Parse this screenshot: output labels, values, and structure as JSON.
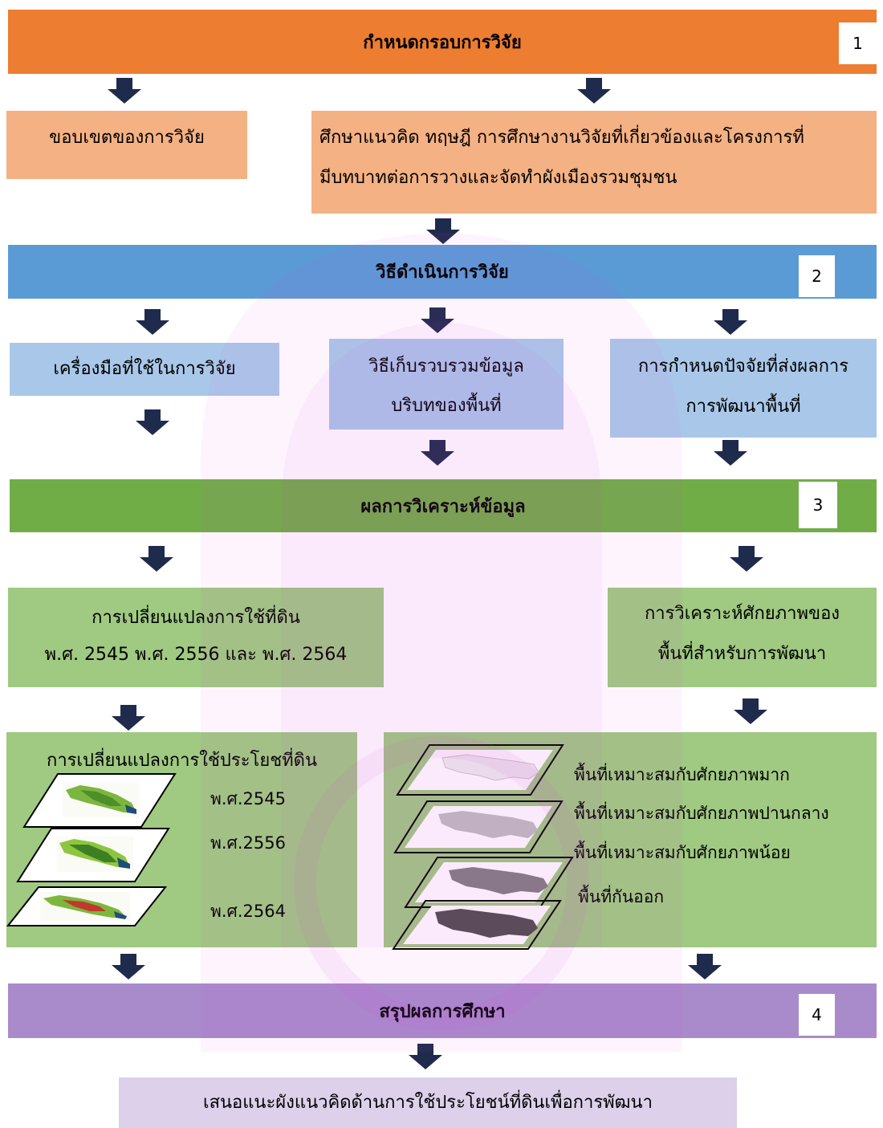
{
  "colors": {
    "orange_bar": "#ED7D31",
    "orange_box": "#F4B183",
    "blue_bar": "#5B9BD5",
    "blue_box": "#A9C8E9",
    "green_bar": "#70AD47",
    "green_box": "#A0C982",
    "purple_bar": "#A98BCB",
    "purple_box": "#DDD0EB",
    "arrow": "#1F2B4D",
    "number_box": "#FFFFFF"
  },
  "step1": {
    "title": "กำหนดกรอบการวิจัย",
    "number": "1",
    "scope": "ขอบเขตของการวิจัย",
    "study_lines": [
      "ศึกษาแนวคิด ทฤษฎี การศึกษางานวิจัยที่เกี่ยวข้องและโครงการที่",
      "มีบทบาทต่อการวางและจัดทำผังเมืองรวมชุมชน"
    ]
  },
  "step2": {
    "title": "วิธีดำเนินการวิจัย",
    "number": "2",
    "tools": "เครื่องมือที่ใช้ในการวิจัย",
    "collection_lines": [
      "วิธีเก็บรวบรวมข้อมูล",
      "บริบทของพื้นที่"
    ],
    "factors_lines": [
      "การกำหนดปัจจัยที่ส่งผลการ",
      "การพัฒนาพื้นที่"
    ]
  },
  "step3": {
    "title": "ผลการวิเคราะห์ข้อมูล",
    "number": "3",
    "landuse_change_lines": [
      "การเปลี่ยนแปลงการใช้ที่ดิน",
      "พ.ศ. 2545 พ.ศ. 2556 และ พ.ศ. 2564"
    ],
    "potential_lines": [
      "การวิเคราะห์ศักยภาพของ",
      "พื้นที่สำหรับการพัฒนา"
    ],
    "landuse_maps": {
      "title": "การเปลี่ยนแปลงการใช้ประโยชที่ดิน",
      "years": [
        "พ.ศ.2545",
        "พ.ศ.2556",
        "พ.ศ.2564"
      ]
    },
    "suitability_maps": {
      "levels": [
        "พื้นที่เหมาะสมกับศักยภาพมาก",
        "พื้นที่เหมาะสมกับศักยภาพปานกลาง",
        "พื้นที่เหมาะสมกับศักยภาพน้อย",
        "พื้นที่กันออก"
      ]
    }
  },
  "step4": {
    "title": "สรุปผลการศึกษา",
    "number": "4",
    "recommendation": "เสนอแนะผังแนวคิดด้านการใช้ประโยชน์ที่ดินเพื่อการพัฒนา"
  }
}
